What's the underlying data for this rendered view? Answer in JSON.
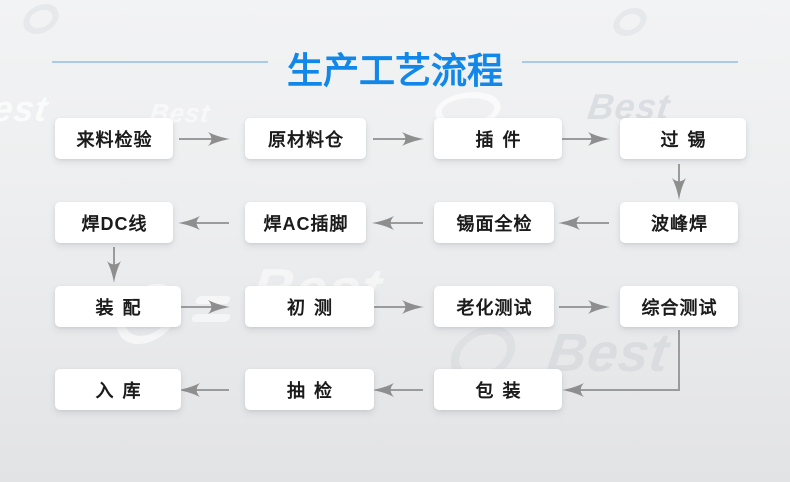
{
  "page": {
    "title": "生产工艺流程"
  },
  "colors": {
    "title_blue": "#1087e9",
    "title_line_blue": "#a9c9ef",
    "arrow_gray": "#9b9b9b",
    "box_bg": "#ffffff",
    "box_text": "#1b1b1b",
    "background_gray": "#e9eaec"
  },
  "watermark": {
    "brand_text": "Best"
  },
  "flow": {
    "rows": [
      {
        "steps": [
          {
            "label": "来料检验"
          },
          {
            "label": "原材料仓"
          },
          {
            "label": "插件"
          },
          {
            "label": "过锡"
          }
        ]
      },
      {
        "steps": [
          {
            "label": "焊DC线"
          },
          {
            "label": "焊AC插脚"
          },
          {
            "label": "锡面全检"
          },
          {
            "label": "波峰焊"
          }
        ]
      },
      {
        "steps": [
          {
            "label": "装配"
          },
          {
            "label": "初测"
          },
          {
            "label": "老化测试"
          },
          {
            "label": "综合测试"
          }
        ]
      },
      {
        "steps": [
          {
            "label": "入库"
          },
          {
            "label": "抽检"
          },
          {
            "label": "包装"
          }
        ]
      }
    ]
  }
}
